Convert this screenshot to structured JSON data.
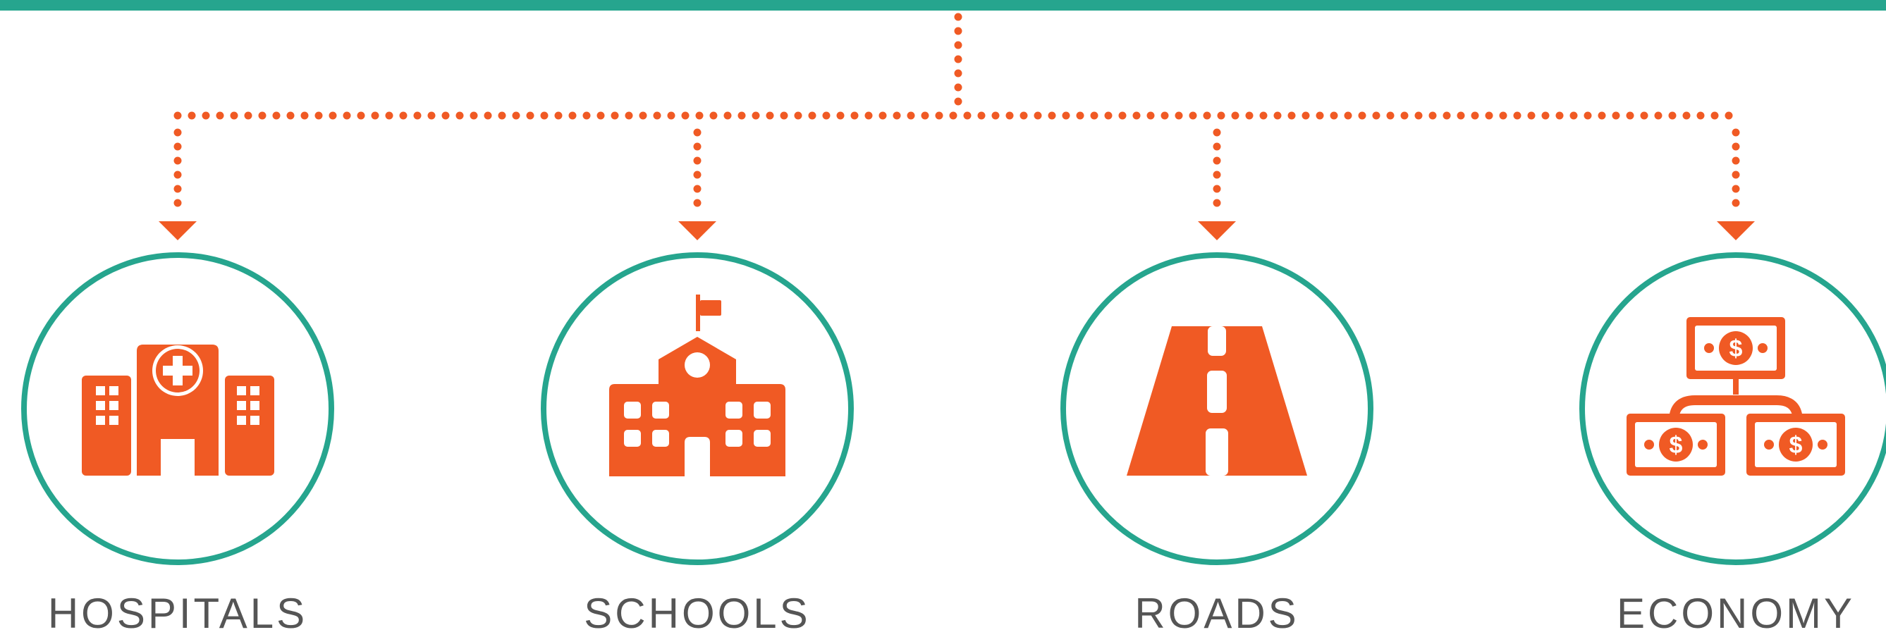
{
  "colors": {
    "teal": "#26A58E",
    "orange": "#F05A24",
    "label_text": "#555555",
    "background": "#FFFFFF"
  },
  "nodes": [
    {
      "id": "hospitals",
      "label": "HOSPITALS",
      "icon": "hospital-icon"
    },
    {
      "id": "schools",
      "label": "SCHOOLS",
      "icon": "school-icon"
    },
    {
      "id": "roads",
      "label": "ROADS",
      "icon": "road-icon"
    },
    {
      "id": "economy",
      "label": "ECONOMY",
      "icon": "money-network-icon"
    }
  ]
}
